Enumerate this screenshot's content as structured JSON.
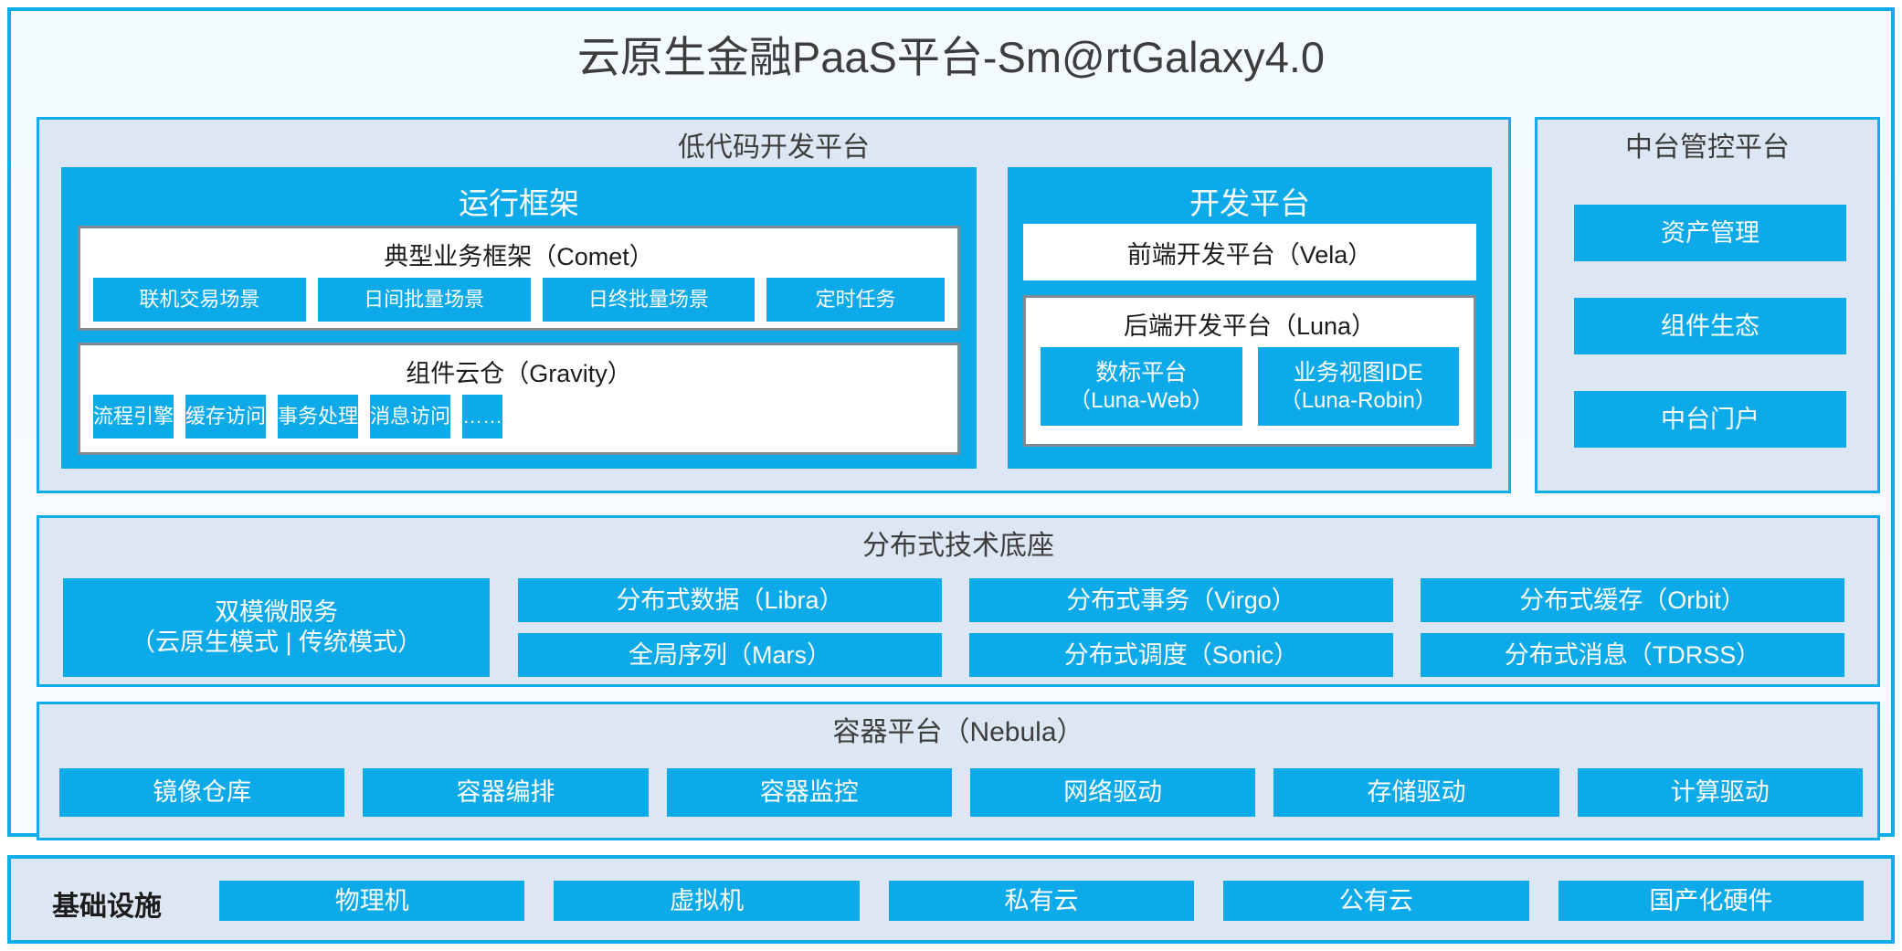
{
  "title": "云原生金融PaaS平台-Sm@rtGalaxy4.0",
  "colors": {
    "accent_border": "#11ADEA",
    "block_blue": "#0CAAE8",
    "panel_bg": "#DDE7F3",
    "box_border_gray": "#7F8C93",
    "text_dark": "#3D3D3D"
  },
  "lowcode": {
    "title": "低代码开发平台",
    "runtime": {
      "title": "运行框架",
      "comet": {
        "title": "典型业务框架（Comet）",
        "items": [
          "联机交易场景",
          "日间批量场景",
          "日终批量场景",
          "定时任务"
        ]
      },
      "gravity": {
        "title": "组件云仓（Gravity）",
        "items": [
          "流程引擎",
          "缓存访问",
          "事务处理",
          "消息访问",
          "……"
        ]
      }
    },
    "devplatform": {
      "title": "开发平台",
      "vela": "前端开发平台（Vela）",
      "luna": {
        "title": "后端开发平台（Luna）",
        "items": [
          {
            "name": "数标平台",
            "sub": "（Luna-Web）"
          },
          {
            "name": "业务视图IDE",
            "sub": "（Luna-Robin）"
          }
        ]
      }
    }
  },
  "midoffice": {
    "title": "中台管控平台",
    "items": [
      "资产管理",
      "组件生态",
      "中台门户"
    ]
  },
  "distributed": {
    "title": "分布式技术底座",
    "dualmode": {
      "name": "双模微服务",
      "sub": "（云原生模式 | 传统模式）"
    },
    "columns": [
      [
        "分布式数据（Libra）",
        "全局序列（Mars）"
      ],
      [
        "分布式事务（Virgo）",
        "分布式调度（Sonic）"
      ],
      [
        "分布式缓存（Orbit）",
        "分布式消息（TDRSS）"
      ]
    ]
  },
  "container": {
    "title": "容器平台（Nebula）",
    "items": [
      "镜像仓库",
      "容器编排",
      "容器监控",
      "网络驱动",
      "存储驱动",
      "计算驱动"
    ]
  },
  "infrastructure": {
    "label": "基础设施",
    "items": [
      "物理机",
      "虚拟机",
      "私有云",
      "公有云",
      "国产化硬件"
    ]
  }
}
